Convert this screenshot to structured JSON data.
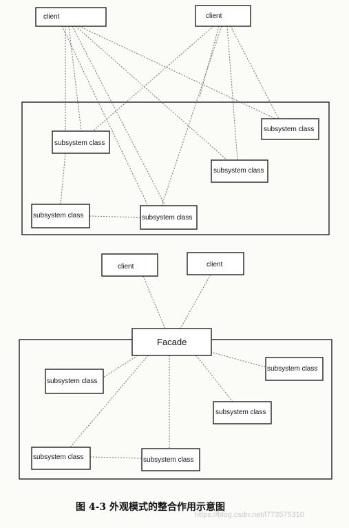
{
  "top": {
    "clients": [
      "client",
      "client"
    ],
    "subsystems": [
      "subsystem class",
      "subsystem class",
      "subsystem class",
      "subsystem class",
      "subsystem class"
    ]
  },
  "bottom": {
    "clients": [
      "client",
      "client"
    ],
    "facade": "Facade",
    "subsystems": [
      "subsystem class",
      "subsystem class",
      "subsystem class",
      "subsystem class",
      "subsystem class"
    ]
  },
  "caption": "图 4-3   外观模式的整合作用示意图",
  "watermark": "https://blog.csdn.net/l773575310"
}
